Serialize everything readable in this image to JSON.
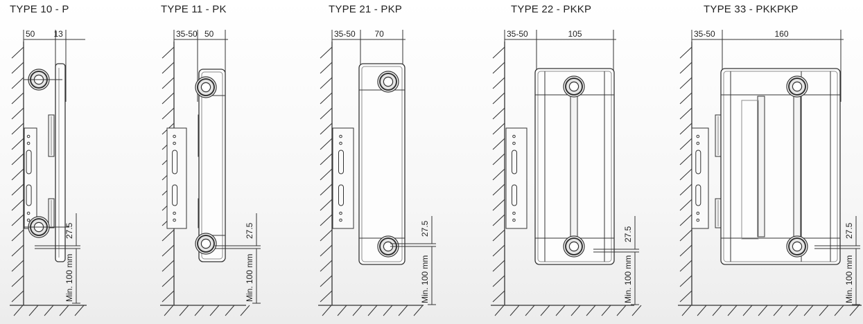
{
  "colors": {
    "line": "#333333",
    "light": "#8a8a8a"
  },
  "panels": [
    {
      "title": "TYPE 10 - P",
      "dims": {
        "bracket": "50",
        "depth": "13",
        "pipe": "27.5",
        "floor": "Min. 100 mm"
      }
    },
    {
      "title": "TYPE 11 - PK",
      "dims": {
        "bracket": "35-50",
        "depth": "50",
        "pipe": "27.5",
        "floor": "Min. 100 mm"
      }
    },
    {
      "title": "TYPE 21 - PKP",
      "dims": {
        "bracket": "35-50",
        "depth": "70",
        "pipe": "27.5",
        "floor": "Min. 100 mm"
      }
    },
    {
      "title": "TYPE 22 - PKKP",
      "dims": {
        "bracket": "35-50",
        "depth": "105",
        "pipe": "27.5",
        "floor": "Min. 100 mm"
      }
    },
    {
      "title": "TYPE 33 - PKKPKP",
      "dims": {
        "bracket": "35-50",
        "depth": "160",
        "pipe": "27.5",
        "floor": "Min. 100 mm"
      }
    }
  ]
}
